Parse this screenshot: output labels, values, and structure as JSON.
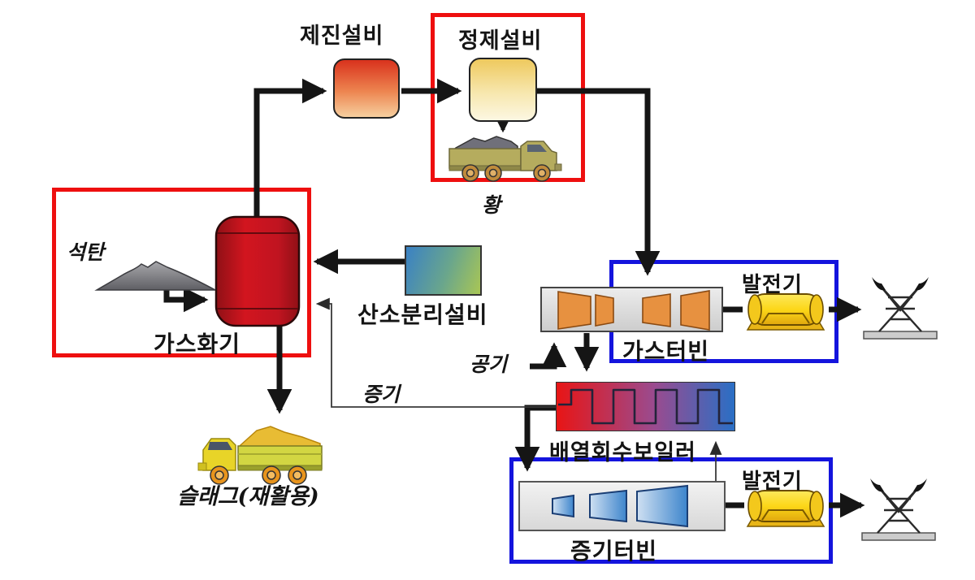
{
  "diagram": {
    "description": "IGCC coal gasification combined-cycle power plant process flow diagram (Korean labels)",
    "nodes": {
      "dust_removal": {
        "label": "제진설비"
      },
      "purification": {
        "label": "정제설비",
        "highlighted": true
      },
      "sulfur": {
        "label": "황"
      },
      "coal": {
        "label": "석탄"
      },
      "gasifier": {
        "label": "가스화기",
        "highlighted": true
      },
      "oxygen_plant": {
        "label": "산소분리설비"
      },
      "air": {
        "label": "공기"
      },
      "gas_turbine": {
        "label": "가스터빈",
        "highlighted": true
      },
      "generator_gt": {
        "label": "발전기"
      },
      "hrsg": {
        "label": "배열회수보일러"
      },
      "steam": {
        "label": "증기"
      },
      "steam_turbine": {
        "label": "증기터빈",
        "highlighted": true
      },
      "generator_st": {
        "label": "발전기"
      },
      "slag": {
        "label": "슬래그(재활용)"
      }
    },
    "icons": [
      "coal-pile-icon",
      "gasifier-vessel-icon",
      "sulfur-truck-icon",
      "slag-truck-icon",
      "gas-turbine-blades-icon",
      "steam-turbine-blades-icon",
      "boiler-coil-icon",
      "generator-icon",
      "transmission-tower-icon"
    ],
    "colors": {
      "frame_red": "#ee0f0f",
      "frame_blue": "#1414dd",
      "flow_line": "#151515",
      "gasifier_red": "#c81822",
      "dust_box_top": "#d9321d",
      "dust_box_bottom": "#f6cf9f",
      "purification_box_top": "#eec95e",
      "purification_box_bottom": "#fcf7e2",
      "oxygen_box_left": "#3a81c4",
      "oxygen_box_right": "#a9c654",
      "boiler_left": "#e81515",
      "boiler_right": "#2a6fc5",
      "gas_turbine_blade": "#e79140",
      "steam_turbine_blade": "#3d85cc",
      "generator_yellow": "#fcd718"
    }
  }
}
